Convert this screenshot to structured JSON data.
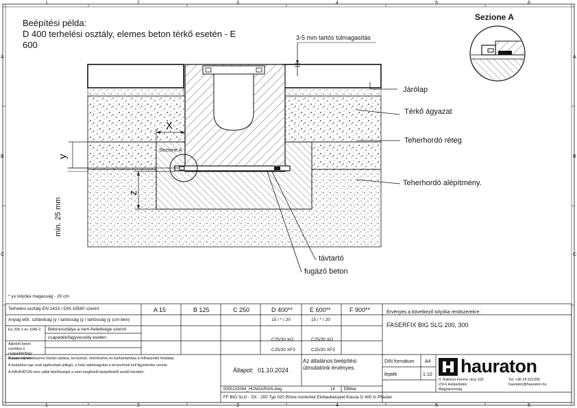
{
  "title_lines": [
    "Beépítési példa:",
    "D 400 terhelési osztály, elemes beton térkő esetén - E",
    "600"
  ],
  "section_title": "Sezione A",
  "section_callout": "Sezione A",
  "rise_note": "3-5 mm tartós túlmagasítás",
  "labels": {
    "jarolap": "Járólap",
    "terko": "Térkő ágyazat",
    "teherhordo": "Teherhordó réteg",
    "alepitmeny": "Teherhordó alépítmény.",
    "tavtarto": "távtartó",
    "fugazo": "fugázó beton",
    "min": "min. 25 mm"
  },
  "dims": {
    "x": "X",
    "y": "y",
    "z": "z"
  },
  "footnote": "* y≤ tolyóka magasság - 20 cm",
  "grid_cols": [
    "1",
    "2",
    "3",
    "4",
    "5",
    "6"
  ],
  "grid_rows": [
    "A",
    "B",
    "C"
  ],
  "table": {
    "row_header": "Terhelési osztály EN 1433 / DIN 19580 szerint",
    "classes": [
      "A 15",
      "B 125",
      "C 250",
      "D 400**",
      "E 600**",
      "F 900**"
    ],
    "row2_label": "Anyag előí. szilárdság (y / tartósság (y / tartósság (y (cm-ben)",
    "row2_vals": [
      "15 / * / 20",
      "15 / * / 20"
    ],
    "row3a_label": "En 206-1\nés 1045-2",
    "row3b_label": "Betonosztálya a nem-fedettsége szerint",
    "row3_vals": [
      "C25/30 XO",
      "C25/30 XO"
    ],
    "row4_label": "Ajánlott beton osztálya a csapadék/fagy hatása esetén",
    "row4b_label": "csapadék/fagyveszély esetén",
    "row4_vals": [
      "C25/30 XF3",
      "C25/30 XF3"
    ],
    "right_title": "Érvényes a következő tolyóka rendszerekre:",
    "right_value": "FASERFIX BIG SLG 200, 300"
  },
  "footer": {
    "notes": [
      "A csatorna rendszeres tisztán tartása, tervezése, ellenőrzése és karbantartása a felhasználó feladata.",
      "A beépítési rajz csak tájékoztató jellegű, a helyi adottságokat a tervezőnek kell figyelembe vennie.",
      "A HAURATON nem vállal felelősséget a nem megfelelő beépítésből eredő károkért."
    ],
    "approval_label": "Állapot:",
    "approval_date": "01.10.2024",
    "general_note": "Az általános beépítési útmutatónk érvényes.",
    "din_label": "DIN formátum",
    "din_value": "A4",
    "scale_label": "lépték",
    "scale_value": "1:10",
    "file_name": "0000132064_HUNGARIAN.dwg",
    "sheet_no": "14",
    "eb_label": "EB8ee",
    "description": "FF BIG SLG - SX - 200 Typ 020 Rinne nunterteil Einbaubeispiel Klasse D 400 in Pflaster",
    "logo_text": "hauraton",
    "address": "II. Rákóczi Ferenc utca 100\n2314 Halásztelek\nMagyarország",
    "contact": "Tel: +36 24 521390\nhauraton@hauraton.hu"
  },
  "colors": {
    "line": "#111111",
    "paper": "#ffffff"
  }
}
